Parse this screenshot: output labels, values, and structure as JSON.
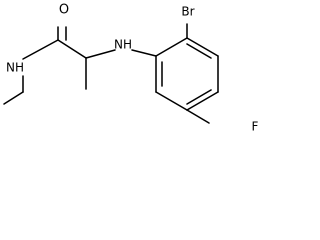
{
  "molecule": {
    "atoms": {
      "oxygen": "O",
      "amide_nitrogen_h": "NH",
      "amine_nitrogen_h": "NH",
      "bromine": "Br",
      "fluorine": "F"
    },
    "colors": {
      "bond": "#000000",
      "label": "#000000",
      "background": "#ffffff"
    }
  }
}
